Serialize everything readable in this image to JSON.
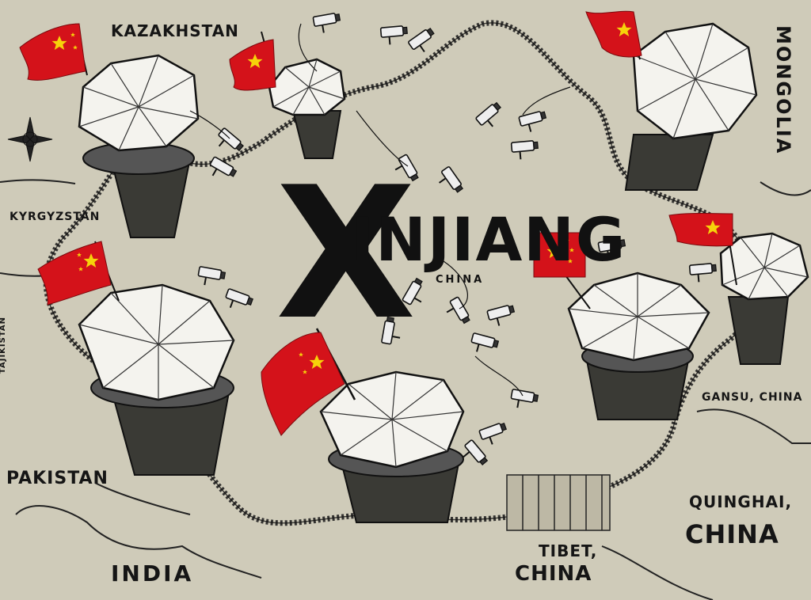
{
  "title": {
    "first_letter": "X",
    "rest": "INJIANG",
    "subtitle": "CHINA"
  },
  "labels": {
    "kazakhstan": "KAZAKHSTAN",
    "mongolia": "MONGOLIA",
    "kyrgyzstan": "KYRGYZSTAN",
    "tajikistan": "TAJIKISTAN",
    "pakistan": "PAKISTAN",
    "india": "INDIA",
    "tibet": "TIBET,",
    "tibet_country": "CHINA",
    "gansu": "GANSU, CHINA",
    "quinghai": "QUINGHAI,",
    "quinghai_country": "CHINA"
  },
  "colors": {
    "paper": "#cfcbb9",
    "ink": "#151515",
    "flag_red": "#d4121a",
    "flag_star": "#f6d20a",
    "tower_roof": "#f4f3ee"
  },
  "icons": [
    "compass-rose-icon",
    "flag-icon",
    "watchtower-icon",
    "cctv-camera-icon",
    "razor-wire-icon"
  ]
}
